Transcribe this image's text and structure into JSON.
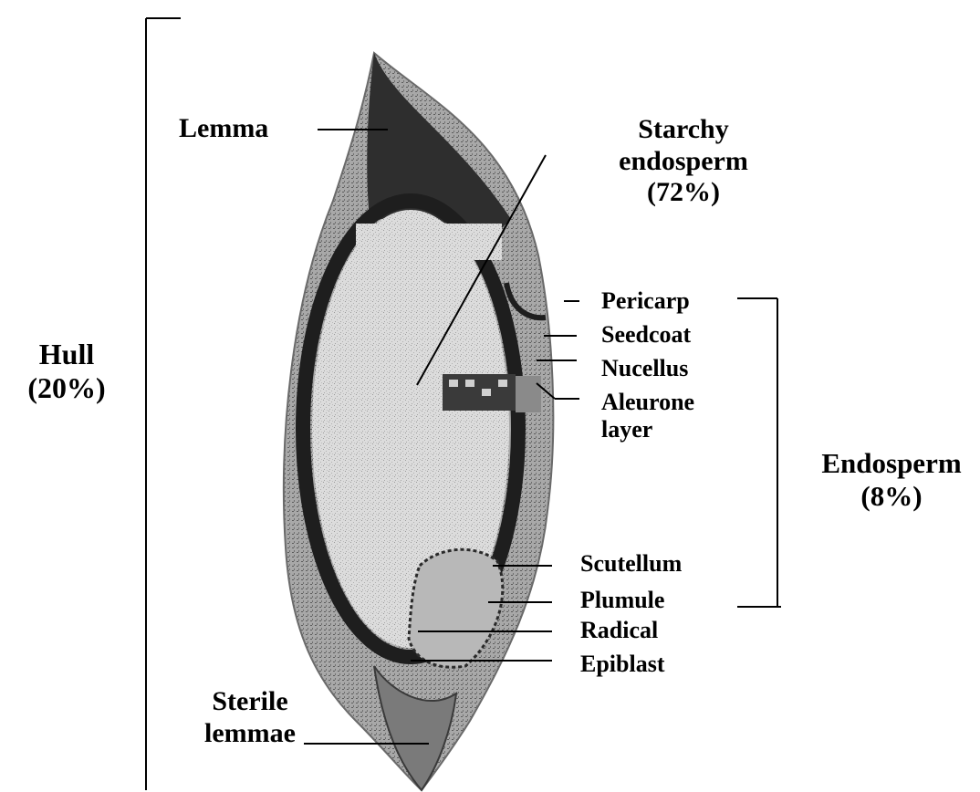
{
  "labels": {
    "lemma": "Lemma",
    "starchy_endosperm": [
      "Starchy",
      "endosperm",
      "(72%)"
    ],
    "hull": [
      "Hull",
      "(20%)"
    ],
    "pericarp": "Pericarp",
    "seedcoat": "Seedcoat",
    "nucellus": "Nucellus",
    "aleurone": [
      "Aleurone",
      "layer"
    ],
    "endosperm": [
      "Endosperm",
      "(8%)"
    ],
    "scutellum": "Scutellum",
    "plumule": "Plumule",
    "radical": "Radical",
    "epiblast": "Epiblast",
    "sterile_lemmae": [
      "Sterile",
      "lemmae"
    ]
  },
  "colors": {
    "ink": "#000000",
    "hull_dark": "#2a2a2a",
    "hull_mid": "#8c8c8c",
    "hull_light": "#c4c4c4",
    "endosperm_fill": "#d9d9d9"
  }
}
